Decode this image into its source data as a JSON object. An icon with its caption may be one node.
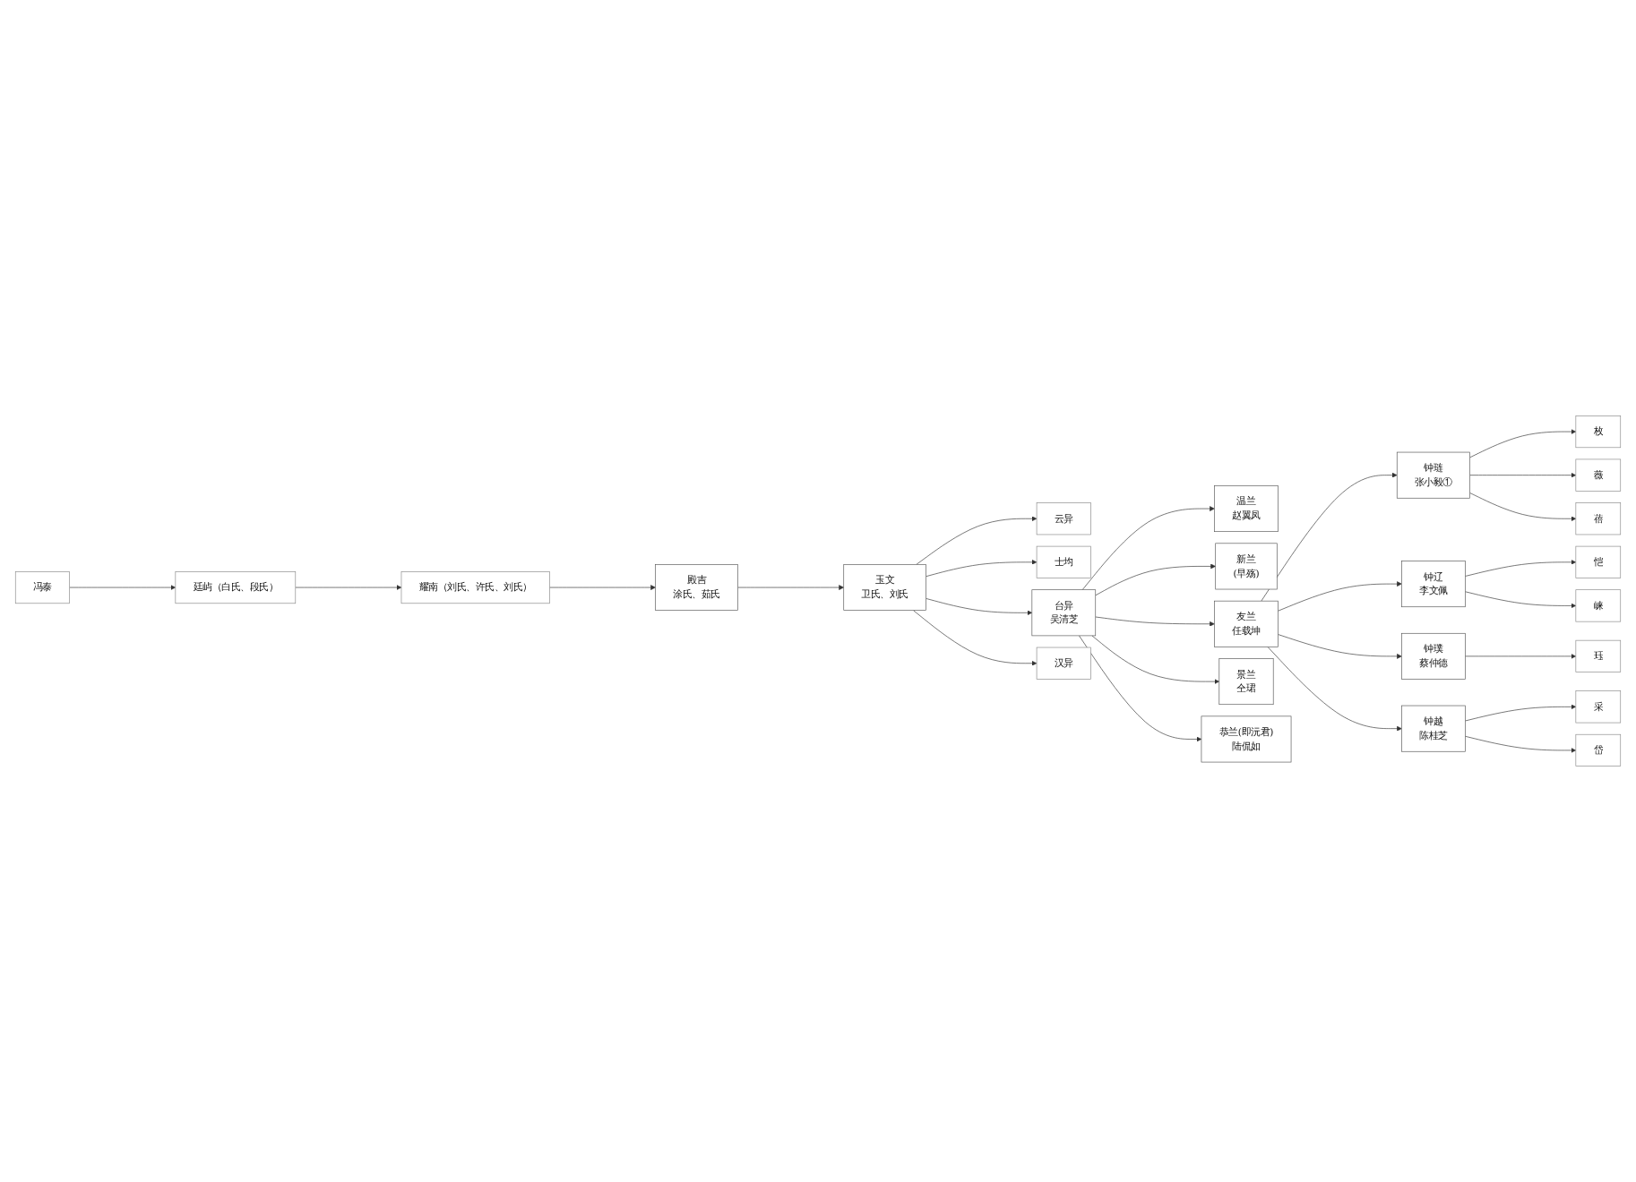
{
  "diagram": {
    "nodes": [
      {
        "text": [
          "冯泰"
        ]
      },
      {
        "text": [
          "廷屿（白氏、段氏）"
        ]
      },
      {
        "text": [
          "耀南（刘氏、许氏、刘氏）"
        ]
      },
      {
        "text": [
          "殿吉",
          "涂氏、茹氏"
        ]
      },
      {
        "text": [
          "玉文",
          "卫氏、刘氏"
        ]
      },
      {
        "text": [
          "云异"
        ]
      },
      {
        "text": [
          "士均"
        ]
      },
      {
        "text": [
          "台异",
          "吴清芝"
        ]
      },
      {
        "text": [
          "汉异"
        ]
      },
      {
        "text": [
          "温兰",
          "赵翼凤"
        ]
      },
      {
        "text": [
          "新兰",
          "(早殇)"
        ]
      },
      {
        "text": [
          "友兰",
          "任载坤"
        ]
      },
      {
        "text": [
          "景兰",
          "仝珺"
        ]
      },
      {
        "text": [
          "恭兰(即沅君)",
          "陆侃如"
        ]
      },
      {
        "text": [
          "钟琏",
          "张小毅①"
        ]
      },
      {
        "text": [
          "钟辽",
          "李文佩"
        ]
      },
      {
        "text": [
          "钟璞",
          "蔡仲德"
        ]
      },
      {
        "text": [
          "钟越",
          "陈桂芝"
        ]
      },
      {
        "text": [
          "枚"
        ]
      },
      {
        "text": [
          "薇"
        ]
      },
      {
        "text": [
          "蓓"
        ]
      },
      {
        "text": [
          "恺"
        ]
      },
      {
        "text": [
          "崃"
        ]
      },
      {
        "text": [
          "珏"
        ]
      },
      {
        "text": [
          "采"
        ]
      },
      {
        "text": [
          "岱"
        ]
      }
    ],
    "edges": [
      {
        "from": 0,
        "to": 1,
        "arrow": "to"
      },
      {
        "from": 1,
        "to": 2,
        "arrow": "to"
      },
      {
        "from": 2,
        "to": 3,
        "arrow": "to"
      },
      {
        "from": 3,
        "to": 4,
        "arrow": "to"
      },
      {
        "from": 4,
        "to": 5,
        "arrow": "to"
      },
      {
        "from": 4,
        "to": 6,
        "arrow": "to"
      },
      {
        "from": 4,
        "to": 7,
        "arrow": "to"
      },
      {
        "from": 4,
        "to": 8,
        "arrow": "to"
      },
      {
        "from": 7,
        "to": 9,
        "arrow": "to"
      },
      {
        "from": 7,
        "to": 10,
        "arrow": "to"
      },
      {
        "from": 7,
        "to": 11,
        "arrow": "to"
      },
      {
        "from": 7,
        "to": 12,
        "arrow": "to"
      },
      {
        "from": 7,
        "to": 13,
        "arrow": "to"
      },
      {
        "from": 11,
        "to": 14,
        "arrow": "to"
      },
      {
        "from": 11,
        "to": 15,
        "arrow": "to"
      },
      {
        "from": 11,
        "to": 16,
        "arrow": "to"
      },
      {
        "from": 11,
        "to": 17,
        "arrow": "to"
      },
      {
        "from": 14,
        "to": 18,
        "arrow": "to"
      },
      {
        "from": 14,
        "to": 19,
        "arrow": "to"
      },
      {
        "from": 14,
        "to": 20,
        "arrow": "to"
      },
      {
        "from": 15,
        "to": 21,
        "arrow": "to"
      },
      {
        "from": 15,
        "to": 22,
        "arrow": "to"
      },
      {
        "from": 16,
        "to": 23,
        "arrow": "to"
      },
      {
        "from": 17,
        "to": 24,
        "arrow": "to"
      },
      {
        "from": 17,
        "to": 25,
        "arrow": "to"
      }
    ]
  }
}
